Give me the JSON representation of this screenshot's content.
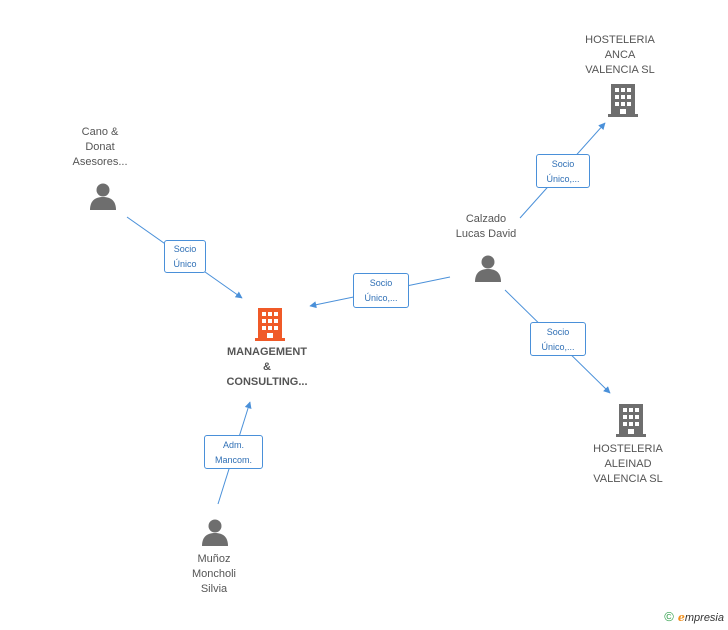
{
  "colors": {
    "edge": "#4a90d9",
    "person": "#6e6e6e",
    "company": "#6e6e6e",
    "focus_company": "#f05a28"
  },
  "nodes": {
    "main": {
      "label": "MANAGEMENT\n&\nCONSULTING...",
      "icon": "building-icon"
    },
    "cano": {
      "label": "Cano &\nDonat\nAsesores...",
      "icon": "person-icon"
    },
    "calzado": {
      "label": "Calzado\nLucas David",
      "icon": "person-icon"
    },
    "munoz": {
      "label": "Muñoz\nMoncholi\nSilvia",
      "icon": "person-icon"
    },
    "anca": {
      "label": "HOSTELERIA\nANCA\nVALENCIA  SL",
      "icon": "building-icon"
    },
    "aleinad": {
      "label": "HOSTELERIA\nALEINAD\nVALENCIA SL",
      "icon": "building-icon"
    }
  },
  "edges": {
    "cano_main": "Socio\nÚnico",
    "calzado_main": "Socio\nÚnico,...",
    "calzado_anca": "Socio\nÚnico,...",
    "calzado_aleinad": "Socio\nÚnico,...",
    "munoz_main": "Adm.\nMancom."
  },
  "footer": {
    "copyright": "©",
    "brand_first": "e",
    "brand_rest": "mpresia"
  }
}
